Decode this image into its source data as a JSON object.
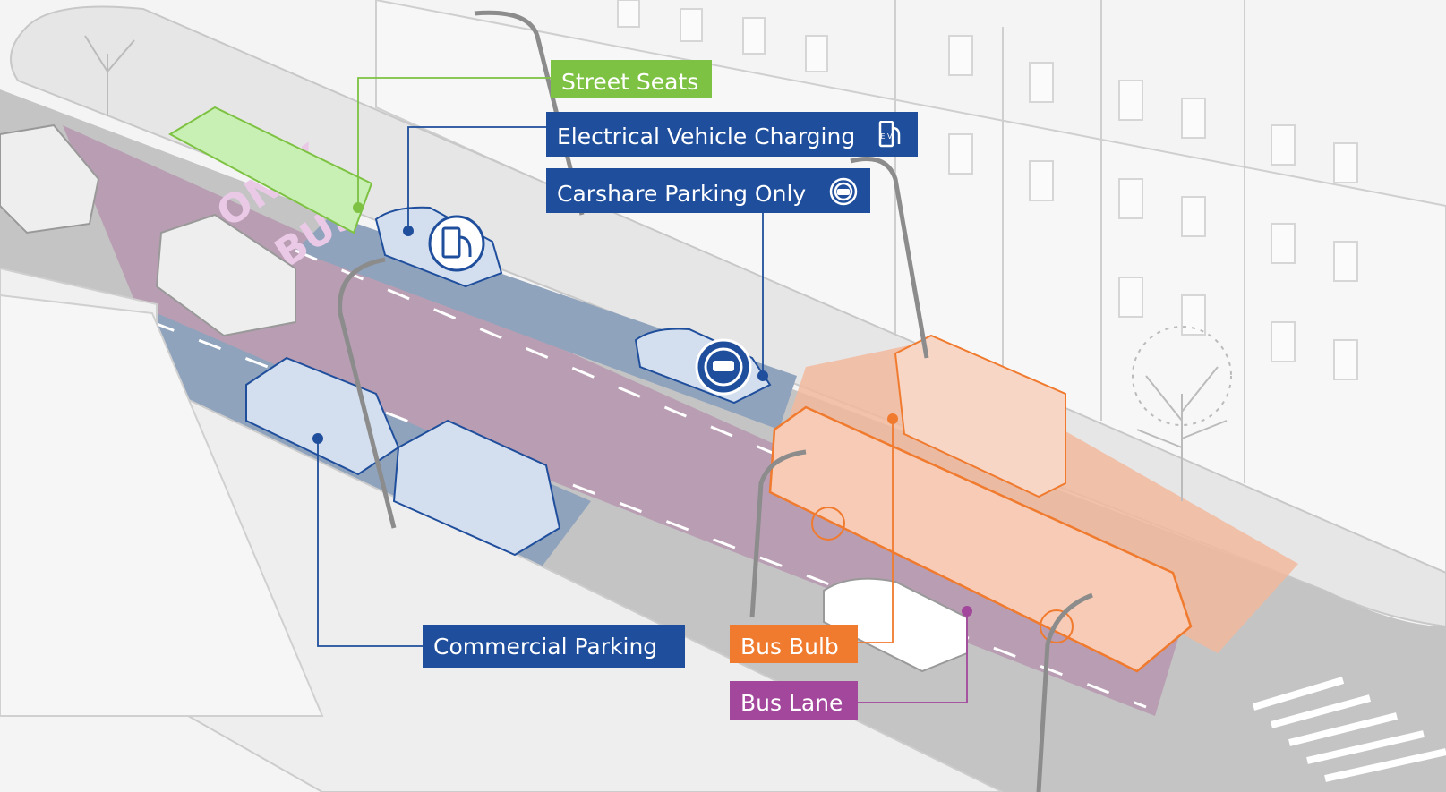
{
  "labels": {
    "street_seats": "Street Seats",
    "ev_charging": "Electrical Vehicle Charging",
    "carshare": "Carshare Parking Only",
    "commercial": "Commercial Parking",
    "bus_bulb": "Bus Bulb",
    "bus_lane": "Bus Lane"
  },
  "pavement_text": {
    "bus": "BUS",
    "only": "ONLY"
  },
  "ev_glyph": "E V",
  "colors": {
    "green": "#7dc242",
    "blue": "#1f4e9c",
    "orange": "#f07a2e",
    "purple": "#a3479c",
    "bus_lane_fill": "#b89cb2",
    "parking_fill": "#8fa3bd",
    "bulb_fill": "#f2b89c",
    "plaza_fill": "#c9f0b4"
  },
  "icons": [
    "ev-charger-icon",
    "carshare-icon"
  ]
}
